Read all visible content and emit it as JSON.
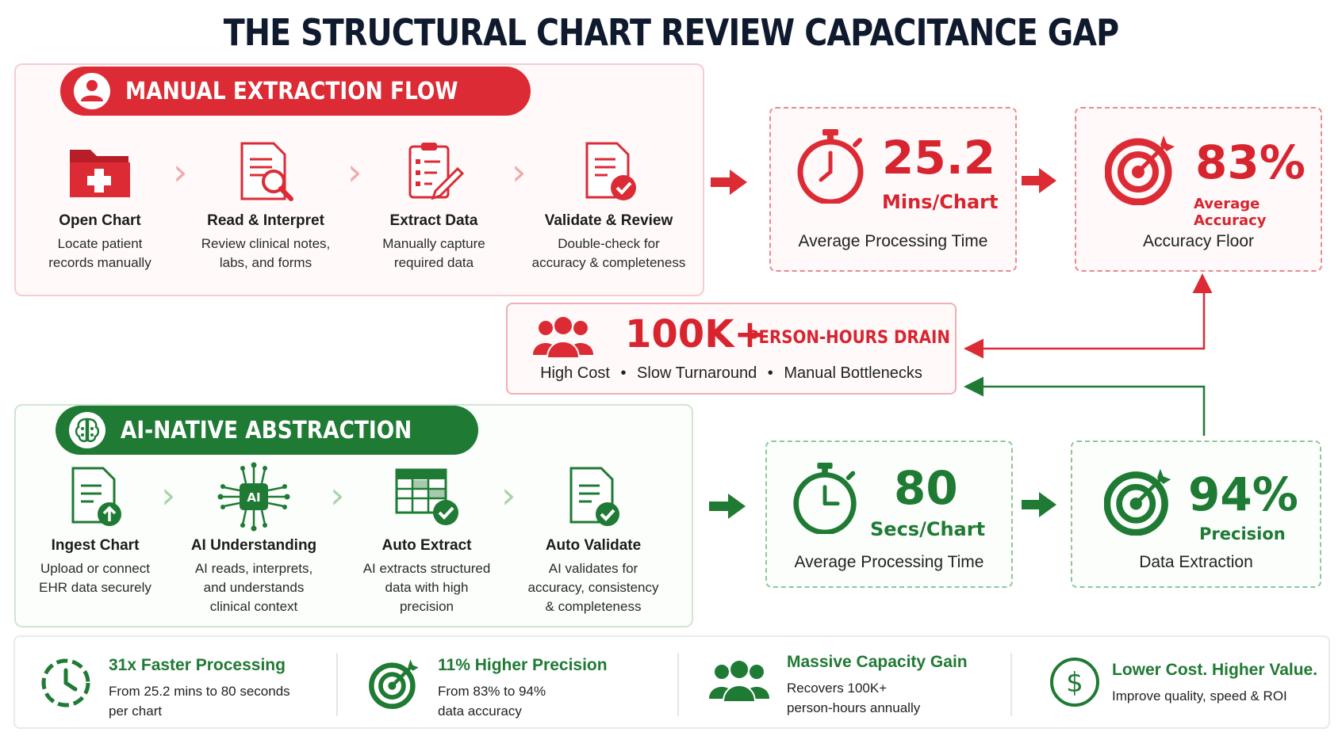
{
  "title": "THE STRUCTURAL CHART REVIEW CAPACITANCE GAP",
  "colors": {
    "red": "#dc2b35",
    "green": "#1f7a34",
    "navy": "#101a2e"
  },
  "manual": {
    "heading": "MANUAL EXTRACTION FLOW",
    "icon": "user-icon",
    "steps": [
      {
        "icon": "medical-folder-icon",
        "title": "Open Chart",
        "desc": [
          "Locate patient",
          "records manually"
        ]
      },
      {
        "icon": "document-search-icon",
        "title": "Read & Interpret",
        "desc": [
          "Review clinical notes,",
          "labs, and forms"
        ]
      },
      {
        "icon": "clipboard-pencil-icon",
        "title": "Extract Data",
        "desc": [
          "Manually capture",
          "required data"
        ]
      },
      {
        "icon": "document-check-icon",
        "title": "Validate & Review",
        "desc": [
          "Double-check for",
          "accuracy & completeness"
        ]
      }
    ],
    "time": {
      "icon": "stopwatch-icon",
      "value": "25.2",
      "unit": "Mins/Chart",
      "label": "Average Processing Time"
    },
    "accuracy": {
      "icon": "target-icon",
      "value": "83%",
      "unit": "Average Accuracy",
      "label": "Accuracy Floor"
    }
  },
  "drain": {
    "icon": "people-icon",
    "value": "100K+",
    "label": "PERSON-HOURS DRAIN",
    "items": [
      "High Cost",
      "Slow Turnaround",
      "Manual Bottlenecks"
    ],
    "separator": "•"
  },
  "ai": {
    "heading": "AI-NATIVE ABSTRACTION",
    "icon": "brain-icon",
    "steps": [
      {
        "icon": "document-upload-icon",
        "title": "Ingest Chart",
        "desc": [
          "Upload or connect",
          "EHR data securely"
        ]
      },
      {
        "icon": "ai-chip-icon",
        "icon_text": "AI",
        "title": "AI Understanding",
        "desc": [
          "AI reads, interprets,",
          "and understands",
          "clinical context"
        ]
      },
      {
        "icon": "spreadsheet-check-icon",
        "title": "Auto Extract",
        "desc": [
          "AI extracts structured",
          "data with high",
          "precision"
        ]
      },
      {
        "icon": "document-check-icon",
        "title": "Auto Validate",
        "desc": [
          "AI validates for",
          "accuracy, consistency",
          "& completeness"
        ]
      }
    ],
    "time": {
      "icon": "stopwatch-icon",
      "value": "80",
      "unit": "Secs/Chart",
      "label": "Average Processing Time"
    },
    "precision": {
      "icon": "target-icon",
      "value": "94%",
      "unit": "Precision",
      "label": "Data Extraction"
    }
  },
  "benefits": [
    {
      "icon": "clock-icon",
      "title": "31x Faster Processing",
      "desc": [
        "From 25.2 mins to 80 seconds",
        "per chart"
      ]
    },
    {
      "icon": "target-icon",
      "title": "11% Higher Precision",
      "desc": [
        "From 83% to 94%",
        "data accuracy"
      ]
    },
    {
      "icon": "people-icon",
      "title": "Massive Capacity Gain",
      "desc": [
        "Recovers 100K+",
        "person-hours annually"
      ]
    },
    {
      "icon": "dollar-icon",
      "title": "Lower Cost. Higher Value.",
      "desc": [
        "Improve quality, speed & ROI"
      ]
    }
  ]
}
